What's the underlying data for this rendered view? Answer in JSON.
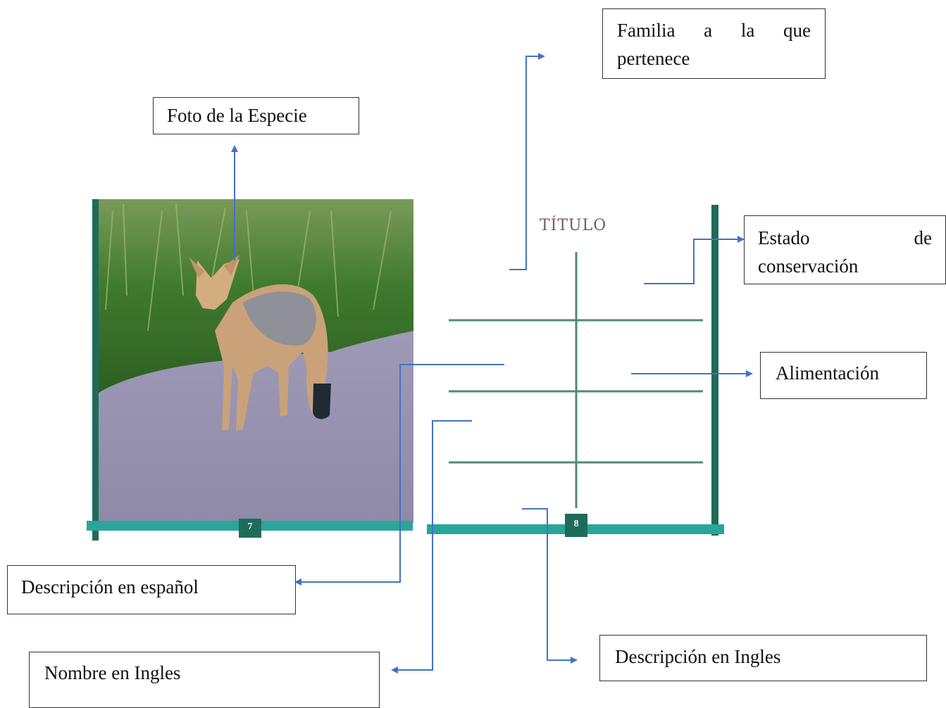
{
  "labels": {
    "familia_line1": "Familia a la que",
    "familia_line2": "pertenece",
    "foto": "Foto de la Especie",
    "estado_line1": "Estado de",
    "estado_line2": "conservación",
    "alimentacion": "Alimentación",
    "desc_es": "Descripción en español",
    "nombre_en": "Nombre en Ingles",
    "desc_en": "Descripción en Ingles"
  },
  "page": {
    "title": "TÍTULO",
    "page_left": "7",
    "page_right": "8"
  },
  "colors": {
    "arrow": "#4472c4",
    "frame_dark": "#1f6b5a",
    "frame_teal": "#2aa59a",
    "rule": "#4f8a78"
  },
  "icons": {
    "photo": "fox-photo"
  }
}
